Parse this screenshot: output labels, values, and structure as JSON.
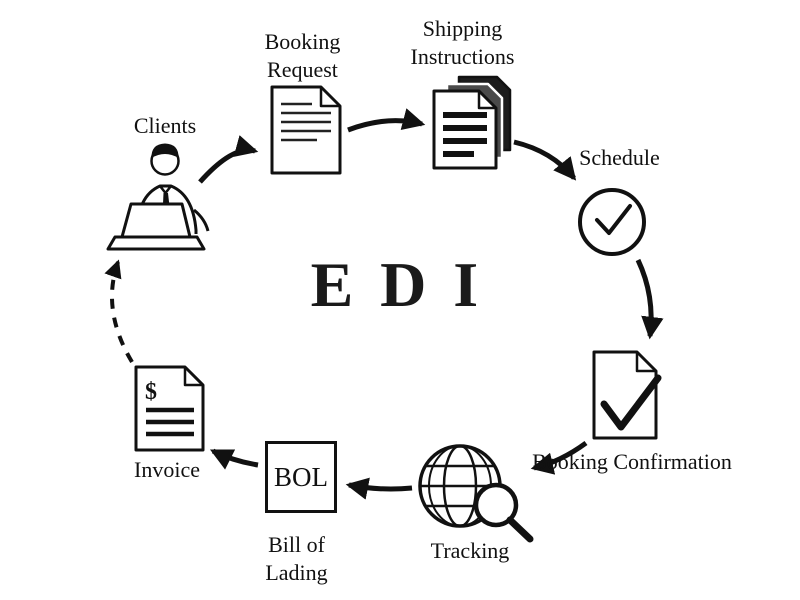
{
  "diagram": {
    "title": "EDI",
    "nodes": {
      "clients": {
        "label": "Clients",
        "icon": "person-at-laptop-icon"
      },
      "booking_request": {
        "label": "Booking Request",
        "icon": "document-icon"
      },
      "shipping_instructions": {
        "label": "Shipping Instructions",
        "icon": "stacked-documents-icon"
      },
      "schedule": {
        "label": "Schedule",
        "icon": "clock-icon"
      },
      "booking_confirmation": {
        "label": "Booking Confirmation",
        "icon": "document-checkmark-icon"
      },
      "tracking": {
        "label": "Tracking",
        "icon": "globe-magnifier-icon"
      },
      "bill_of_lading": {
        "label": "Bill of Lading",
        "box_label": "BOL",
        "icon": "bol-box"
      },
      "invoice": {
        "label": "Invoice",
        "currency_symbol": "$",
        "icon": "invoice-document-icon"
      }
    },
    "edges": [
      {
        "from": "clients",
        "to": "booking_request",
        "style": "solid"
      },
      {
        "from": "booking_request",
        "to": "shipping_instructions",
        "style": "solid"
      },
      {
        "from": "shipping_instructions",
        "to": "schedule",
        "style": "solid"
      },
      {
        "from": "schedule",
        "to": "booking_confirmation",
        "style": "solid"
      },
      {
        "from": "booking_confirmation",
        "to": "tracking",
        "style": "solid"
      },
      {
        "from": "tracking",
        "to": "bill_of_lading",
        "style": "solid"
      },
      {
        "from": "bill_of_lading",
        "to": "invoice",
        "style": "solid"
      },
      {
        "from": "invoice",
        "to": "clients",
        "style": "dashed"
      }
    ],
    "colors": {
      "ink": "#111111",
      "background": "#ffffff"
    }
  }
}
